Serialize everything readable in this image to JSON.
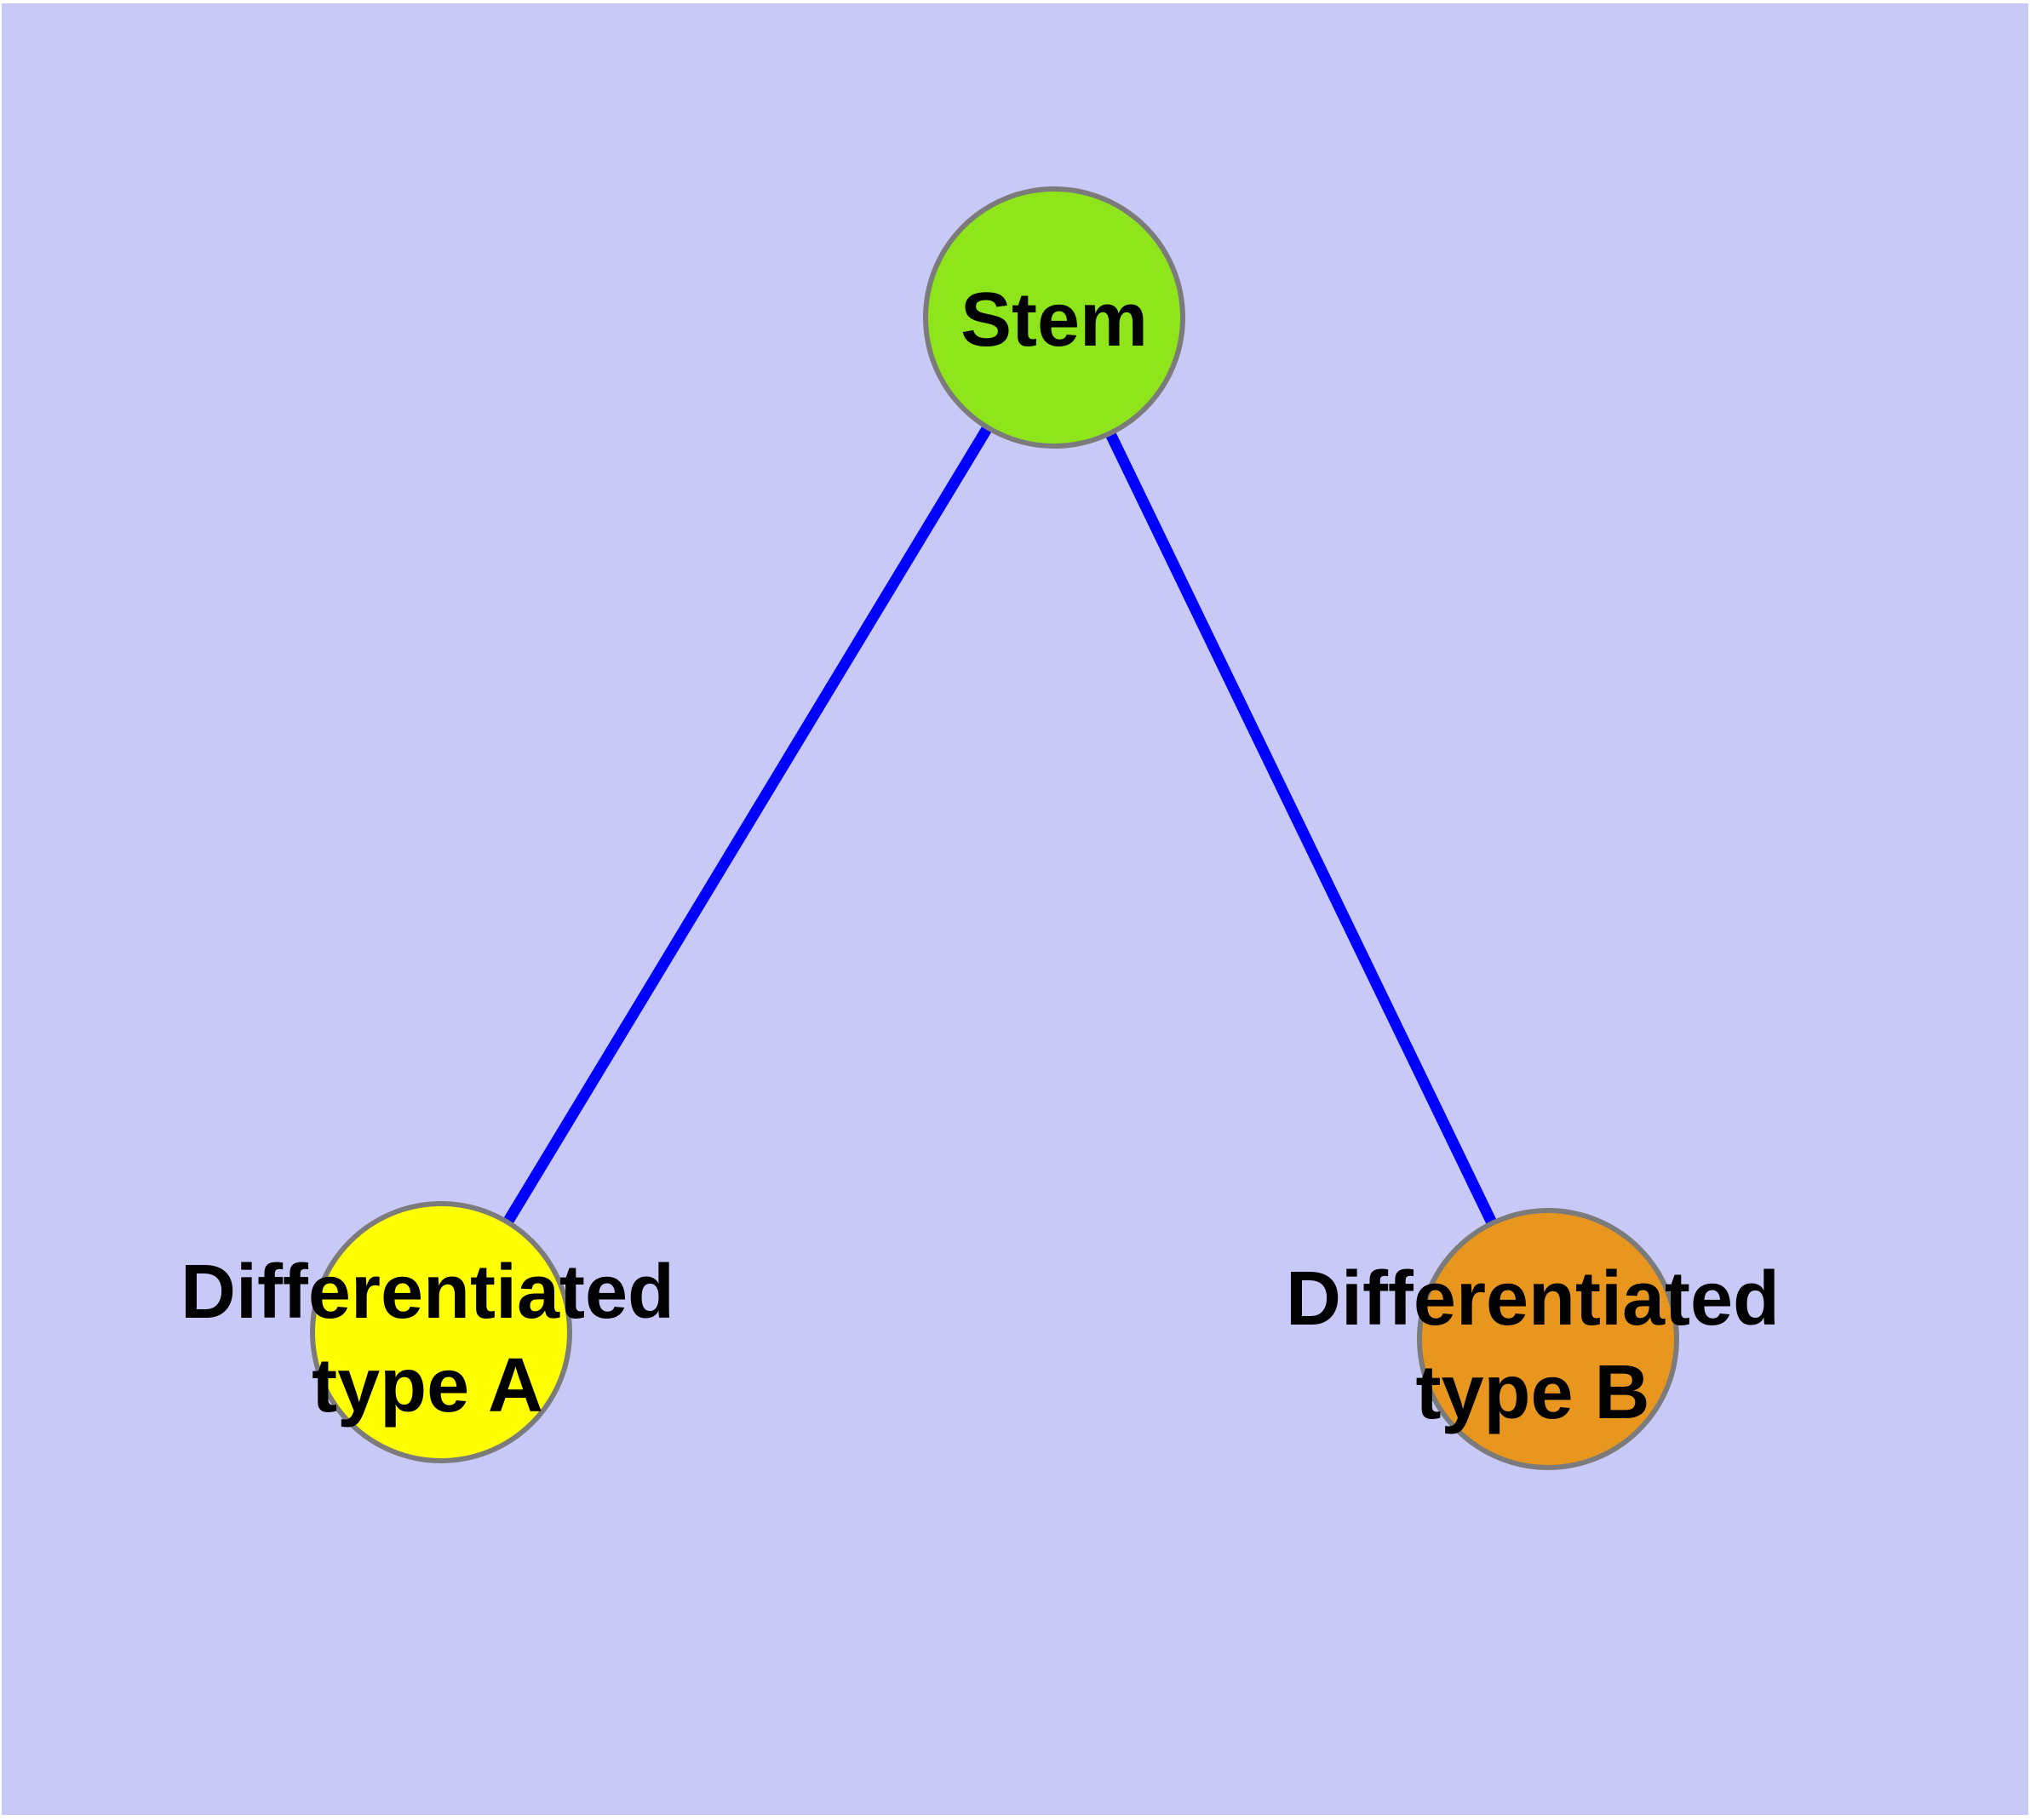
{
  "canvas": {
    "background_color": "#C9C9F7",
    "page_color": "#FFFFFF"
  },
  "edge_style": {
    "color": "#0000FF"
  },
  "node_style": {
    "border_color": "#7B7B7B",
    "label_color": "#000000"
  },
  "nodes": {
    "stem": {
      "label": "Stem",
      "color": "#8DE51A"
    },
    "type_a": {
      "label_line1": "Differentiated",
      "label_line2": "type A",
      "color": "#FFFF00"
    },
    "type_b": {
      "label_line1": "Differentiated",
      "label_line2": "type B",
      "color": "#E8961E"
    }
  },
  "edges": [
    {
      "from": "Stem",
      "to": "Differentiated type A"
    },
    {
      "from": "Stem",
      "to": "Differentiated type B"
    }
  ]
}
